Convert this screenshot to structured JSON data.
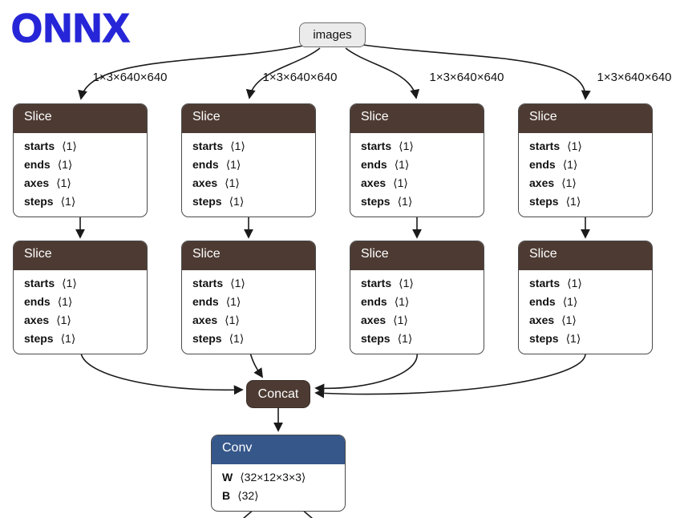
{
  "logo": "ONNX",
  "input_node": {
    "label": "images"
  },
  "edge_labels": [
    "1×3×640×640",
    "1×3×640×640",
    "1×3×640×640",
    "1×3×640×640"
  ],
  "slices": [
    {
      "title": "Slice",
      "params": [
        {
          "name": "starts",
          "value": "⟨1⟩"
        },
        {
          "name": "ends",
          "value": "⟨1⟩"
        },
        {
          "name": "axes",
          "value": "⟨1⟩"
        },
        {
          "name": "steps",
          "value": "⟨1⟩"
        }
      ]
    },
    {
      "title": "Slice",
      "params": [
        {
          "name": "starts",
          "value": "⟨1⟩"
        },
        {
          "name": "ends",
          "value": "⟨1⟩"
        },
        {
          "name": "axes",
          "value": "⟨1⟩"
        },
        {
          "name": "steps",
          "value": "⟨1⟩"
        }
      ]
    },
    {
      "title": "Slice",
      "params": [
        {
          "name": "starts",
          "value": "⟨1⟩"
        },
        {
          "name": "ends",
          "value": "⟨1⟩"
        },
        {
          "name": "axes",
          "value": "⟨1⟩"
        },
        {
          "name": "steps",
          "value": "⟨1⟩"
        }
      ]
    },
    {
      "title": "Slice",
      "params": [
        {
          "name": "starts",
          "value": "⟨1⟩"
        },
        {
          "name": "ends",
          "value": "⟨1⟩"
        },
        {
          "name": "axes",
          "value": "⟨1⟩"
        },
        {
          "name": "steps",
          "value": "⟨1⟩"
        }
      ]
    },
    {
      "title": "Slice",
      "params": [
        {
          "name": "starts",
          "value": "⟨1⟩"
        },
        {
          "name": "ends",
          "value": "⟨1⟩"
        },
        {
          "name": "axes",
          "value": "⟨1⟩"
        },
        {
          "name": "steps",
          "value": "⟨1⟩"
        }
      ]
    },
    {
      "title": "Slice",
      "params": [
        {
          "name": "starts",
          "value": "⟨1⟩"
        },
        {
          "name": "ends",
          "value": "⟨1⟩"
        },
        {
          "name": "axes",
          "value": "⟨1⟩"
        },
        {
          "name": "steps",
          "value": "⟨1⟩"
        }
      ]
    },
    {
      "title": "Slice",
      "params": [
        {
          "name": "starts",
          "value": "⟨1⟩"
        },
        {
          "name": "ends",
          "value": "⟨1⟩"
        },
        {
          "name": "axes",
          "value": "⟨1⟩"
        },
        {
          "name": "steps",
          "value": "⟨1⟩"
        }
      ]
    },
    {
      "title": "Slice",
      "params": [
        {
          "name": "starts",
          "value": "⟨1⟩"
        },
        {
          "name": "ends",
          "value": "⟨1⟩"
        },
        {
          "name": "axes",
          "value": "⟨1⟩"
        },
        {
          "name": "steps",
          "value": "⟨1⟩"
        }
      ]
    }
  ],
  "concat": {
    "label": "Concat"
  },
  "conv": {
    "title": "Conv",
    "params": [
      {
        "name": "W",
        "value": "⟨32×12×3×3⟩"
      },
      {
        "name": "B",
        "value": "⟨32⟩"
      }
    ]
  },
  "colors": {
    "logo": "#2626d8",
    "slice_header": "#4d3b33",
    "concat": "#4d3b33",
    "conv_header": "#35578a",
    "input_fill": "#ebebeb",
    "edge": "#1a1a1a"
  }
}
